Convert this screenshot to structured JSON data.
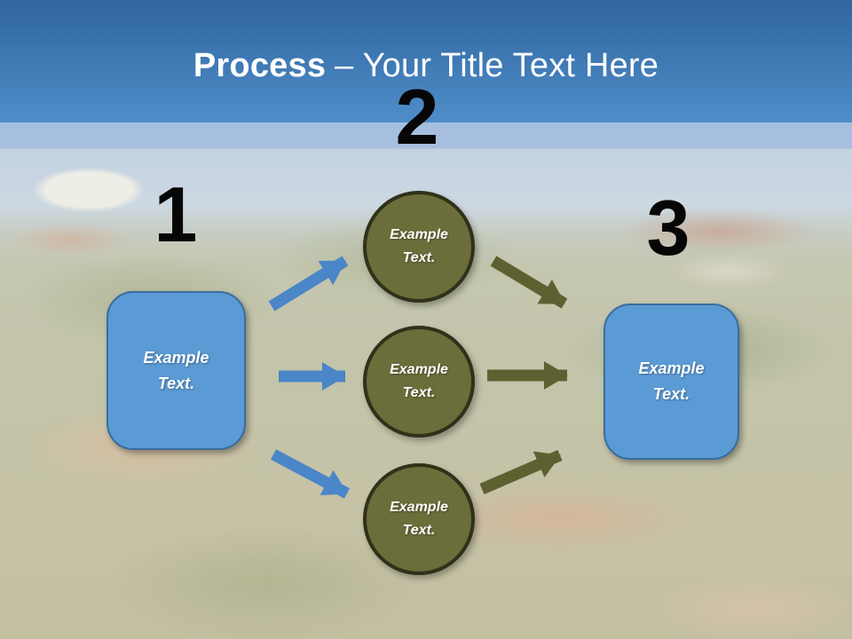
{
  "header": {
    "title_bold": "Process",
    "title_rest": "– Your Title Text Here"
  },
  "steps": {
    "step1": {
      "number": "1",
      "label": "Example Text."
    },
    "step2": {
      "number": "2",
      "circles": [
        {
          "label": "Example Text."
        },
        {
          "label": "Example Text."
        },
        {
          "label": "Example Text."
        }
      ]
    },
    "step3": {
      "number": "3",
      "label": "Example Text."
    }
  },
  "colors": {
    "header_top": "#30669e",
    "header_bottom": "#4f8dc9",
    "header_strip": "#a6bfe0",
    "box_fill": "#5b9bd5",
    "box_border": "#3a6d9e",
    "circle_fill": "#6b6d3a",
    "circle_border": "#2f3119",
    "arrow_blue": "#4a86c8",
    "arrow_olive": "#5e6031",
    "number_color": "#060606",
    "label_color": "#ffffff"
  }
}
